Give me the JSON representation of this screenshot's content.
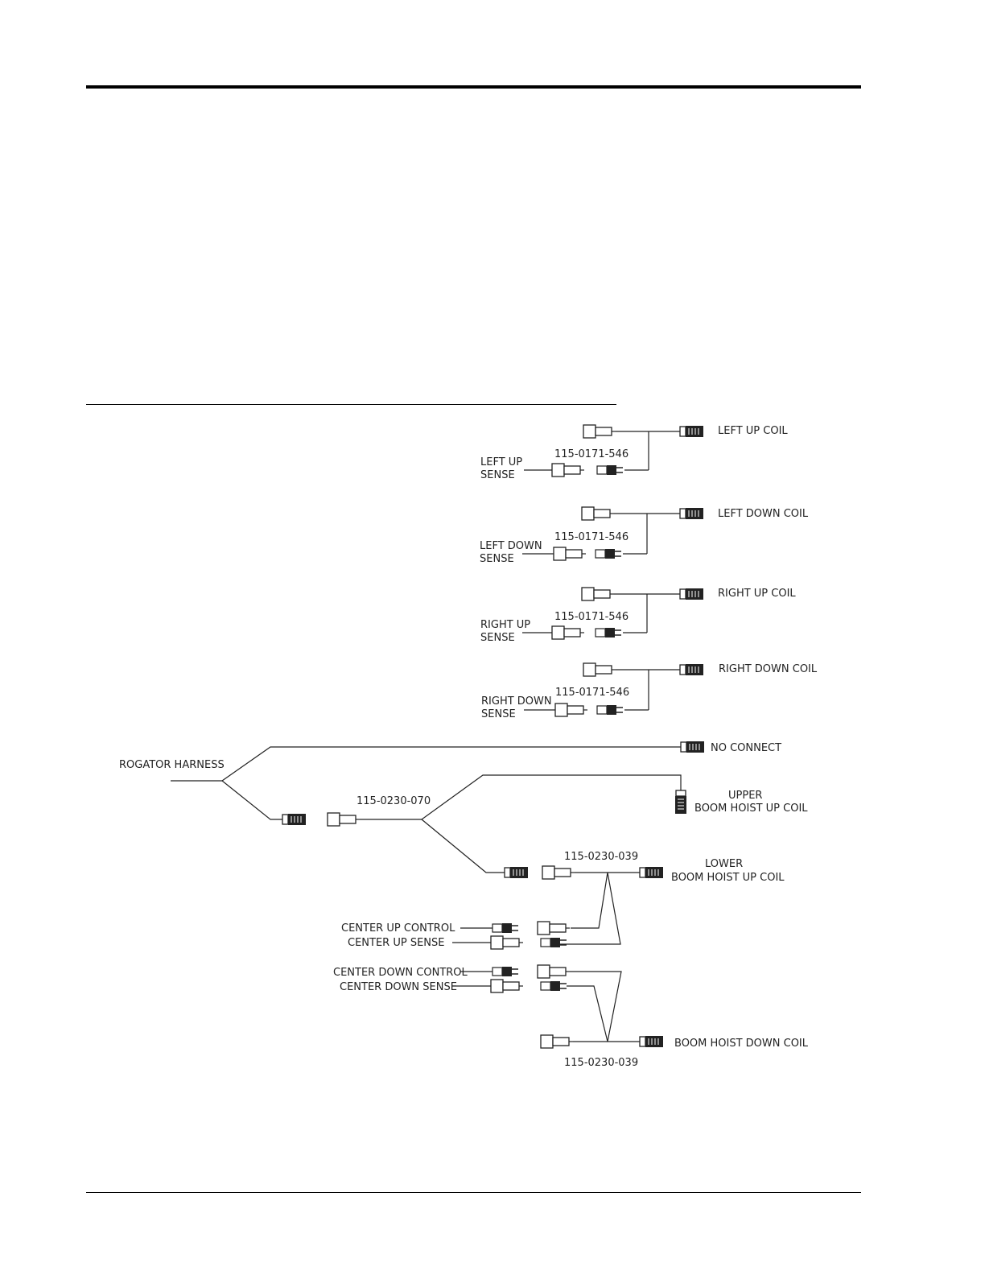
{
  "labels": {
    "left_up_coil": "LEFT UP COIL",
    "left_up_sense_1": "LEFT UP",
    "left_up_sense_2": "SENSE",
    "left_down_coil": "LEFT DOWN COIL",
    "left_down_sense_1": "LEFT DOWN",
    "left_down_sense_2": "SENSE",
    "right_up_coil": "RIGHT UP COIL",
    "right_up_sense_1": "RIGHT UP",
    "right_up_sense_2": "SENSE",
    "right_down_coil": "RIGHT DOWN COIL",
    "right_down_sense_1": "RIGHT DOWN",
    "right_down_sense_2": "SENSE",
    "no_connect": "NO CONNECT",
    "rogator_harness": "ROGATOR HARNESS",
    "upper_boom_1": "UPPER",
    "upper_boom_2": "BOOM HOIST UP COIL",
    "lower_boom_1": "LOWER",
    "lower_boom_2": "BOOM HOIST UP COIL",
    "center_up_control": "CENTER UP CONTROL",
    "center_up_sense": "CENTER UP SENSE",
    "center_down_control": "CENTER DOWN CONTROL",
    "center_down_sense": "CENTER DOWN SENSE",
    "boom_hoist_down_coil": "BOOM HOIST DOWN COIL"
  },
  "part_numbers": {
    "left_up": "115-0171-546",
    "left_down": "115-0171-546",
    "right_up": "115-0171-546",
    "right_down": "115-0171-546",
    "main_harness": "115-0230-070",
    "lower_boom": "115-0230-039",
    "boom_down": "115-0230-039"
  }
}
